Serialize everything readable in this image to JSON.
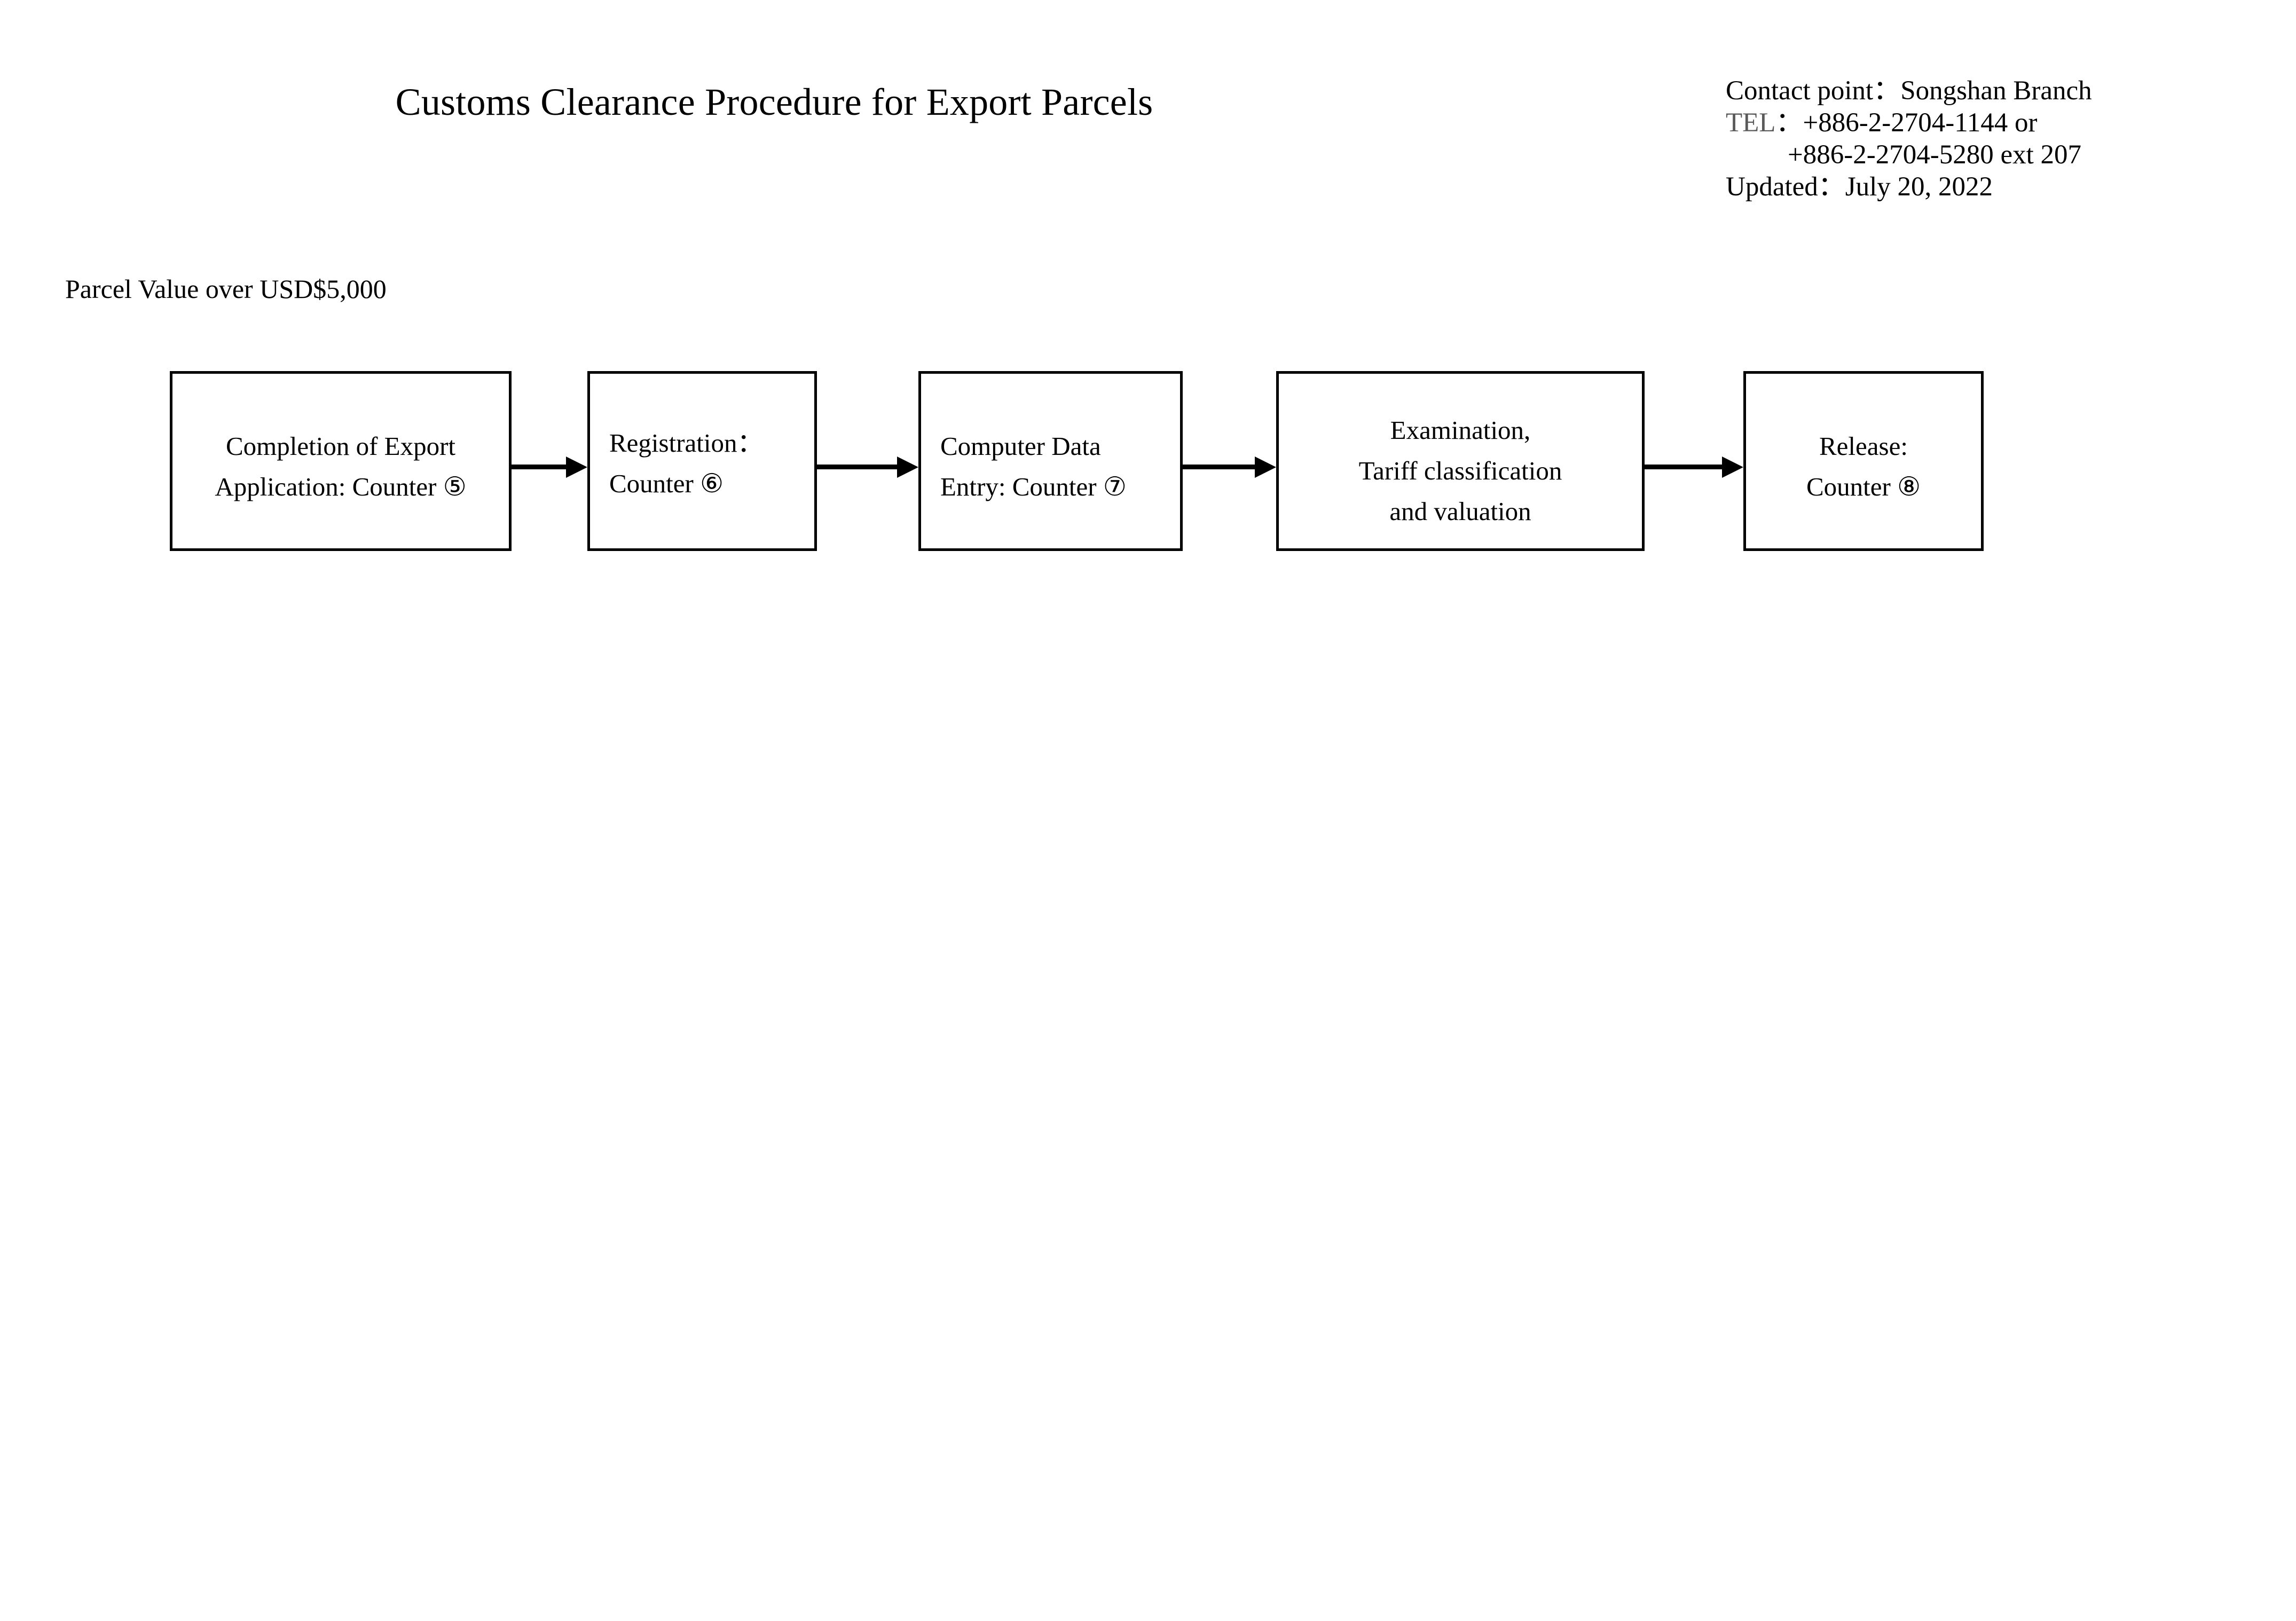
{
  "header": {
    "title": "Customs Clearance Procedure for Export Parcels",
    "contact": {
      "contact_point_line": "Contact point：Songshan Branch",
      "tel_label": "TEL",
      "tel_separator": "：",
      "tel_line_1": "+886-2-2704-1144 or",
      "tel_line_2": "+886-2-2704-5280 ext 207",
      "updated_line": "Updated：July  20, 2022"
    }
  },
  "note": {
    "parcel_value": "Parcel Value over USD$5,000"
  },
  "flow": {
    "boxes": [
      {
        "id": "box-1",
        "name": "completion-of-export-application",
        "lines": [
          "Completion of Export",
          "Application: Counter ⑤"
        ]
      },
      {
        "id": "box-2",
        "name": "registration",
        "lines": [
          "Registration：",
          "Counter ⑥"
        ]
      },
      {
        "id": "box-3",
        "name": "computer-data-entry",
        "lines": [
          "Computer Data",
          "Entry: Counter ⑦"
        ]
      },
      {
        "id": "box-4",
        "name": "examination-tariff-valuation",
        "lines": [
          "Examination,",
          "Tariff classification",
          "and valuation"
        ]
      },
      {
        "id": "box-5",
        "name": "release",
        "lines": [
          "Release:",
          "Counter ⑧"
        ]
      }
    ],
    "arrows": [
      {
        "from": "box-1",
        "to": "box-2"
      },
      {
        "from": "box-2",
        "to": "box-3"
      },
      {
        "from": "box-3",
        "to": "box-4"
      },
      {
        "from": "box-4",
        "to": "box-5"
      }
    ]
  },
  "colors": {
    "page_background": "#ffffff",
    "text": "#000000",
    "tel_label": "#5a5a5a",
    "box_border": "#000000",
    "arrow": "#000000"
  }
}
